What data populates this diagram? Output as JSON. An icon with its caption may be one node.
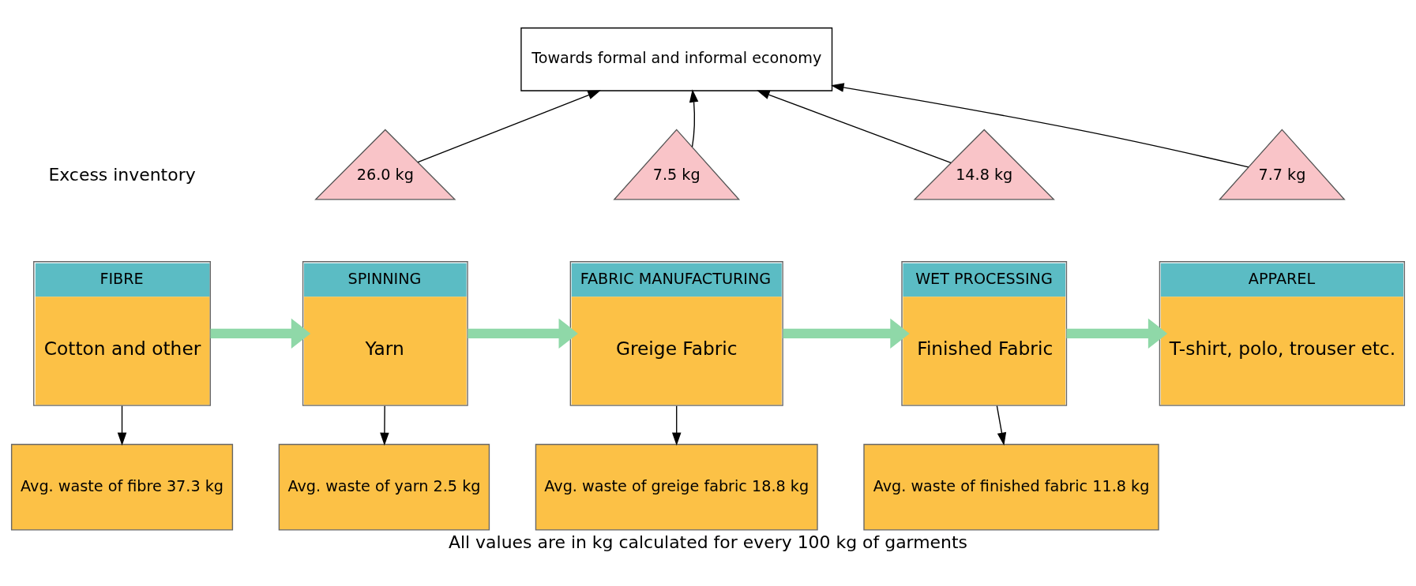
{
  "diagram": {
    "caption": "All values are in kg calculated for every 100 kg of garments",
    "nodes": [
      {
        "text": [
          "Towards formal and informal economy"
        ]
      },
      {
        "text": [
          "26.0 kg"
        ]
      },
      {
        "text": [
          "7.5 kg"
        ]
      },
      {
        "text": [
          "14.8 kg"
        ]
      },
      {
        "text": [
          "7.7 kg"
        ]
      },
      {
        "text": [
          "FIBRE",
          "Cotton and other"
        ]
      },
      {
        "text": [
          "SPINNING",
          "Yarn"
        ]
      },
      {
        "text": [
          "FABRIC MANUFACTURING",
          "Greige Fabric"
        ]
      },
      {
        "text": [
          "WET PROCESSING",
          "Finished Fabric"
        ]
      },
      {
        "text": [
          "APPAREL",
          "T-shirt, polo, trouser etc."
        ]
      },
      {
        "text": [
          "Avg. waste of fibre 37.3 kg"
        ]
      },
      {
        "text": [
          "Avg. waste of yarn 2.5 kg"
        ]
      },
      {
        "text": [
          "Avg. waste of greige fabric 18.8 kg"
        ]
      },
      {
        "text": [
          "Avg. waste of finished fabric 11.8 kg"
        ]
      }
    ],
    "edges": [
      {
        "from": 5,
        "to": 6,
        "arrow": "to",
        "style": "thick",
        "color": "#8fd8a8"
      },
      {
        "from": 6,
        "to": 7,
        "arrow": "to",
        "style": "thick",
        "color": "#8fd8a8"
      },
      {
        "from": 7,
        "to": 8,
        "arrow": "to",
        "style": "thick",
        "color": "#8fd8a8"
      },
      {
        "from": 8,
        "to": 9,
        "arrow": "to",
        "style": "thick",
        "color": "#8fd8a8"
      },
      {
        "from": 1,
        "to": 0,
        "arrow": "to"
      },
      {
        "from": 2,
        "to": 0,
        "arrow": "to"
      },
      {
        "from": 3,
        "to": 0,
        "arrow": "to"
      },
      {
        "from": 4,
        "to": 0,
        "arrow": "to"
      },
      {
        "from": 5,
        "to": 10,
        "arrow": "to"
      },
      {
        "from": 6,
        "to": 11,
        "arrow": "to"
      },
      {
        "from": 7,
        "to": 12,
        "arrow": "to"
      },
      {
        "from": 8,
        "to": 13,
        "arrow": "to"
      }
    ],
    "labels": [
      "Excess inventory"
    ]
  }
}
